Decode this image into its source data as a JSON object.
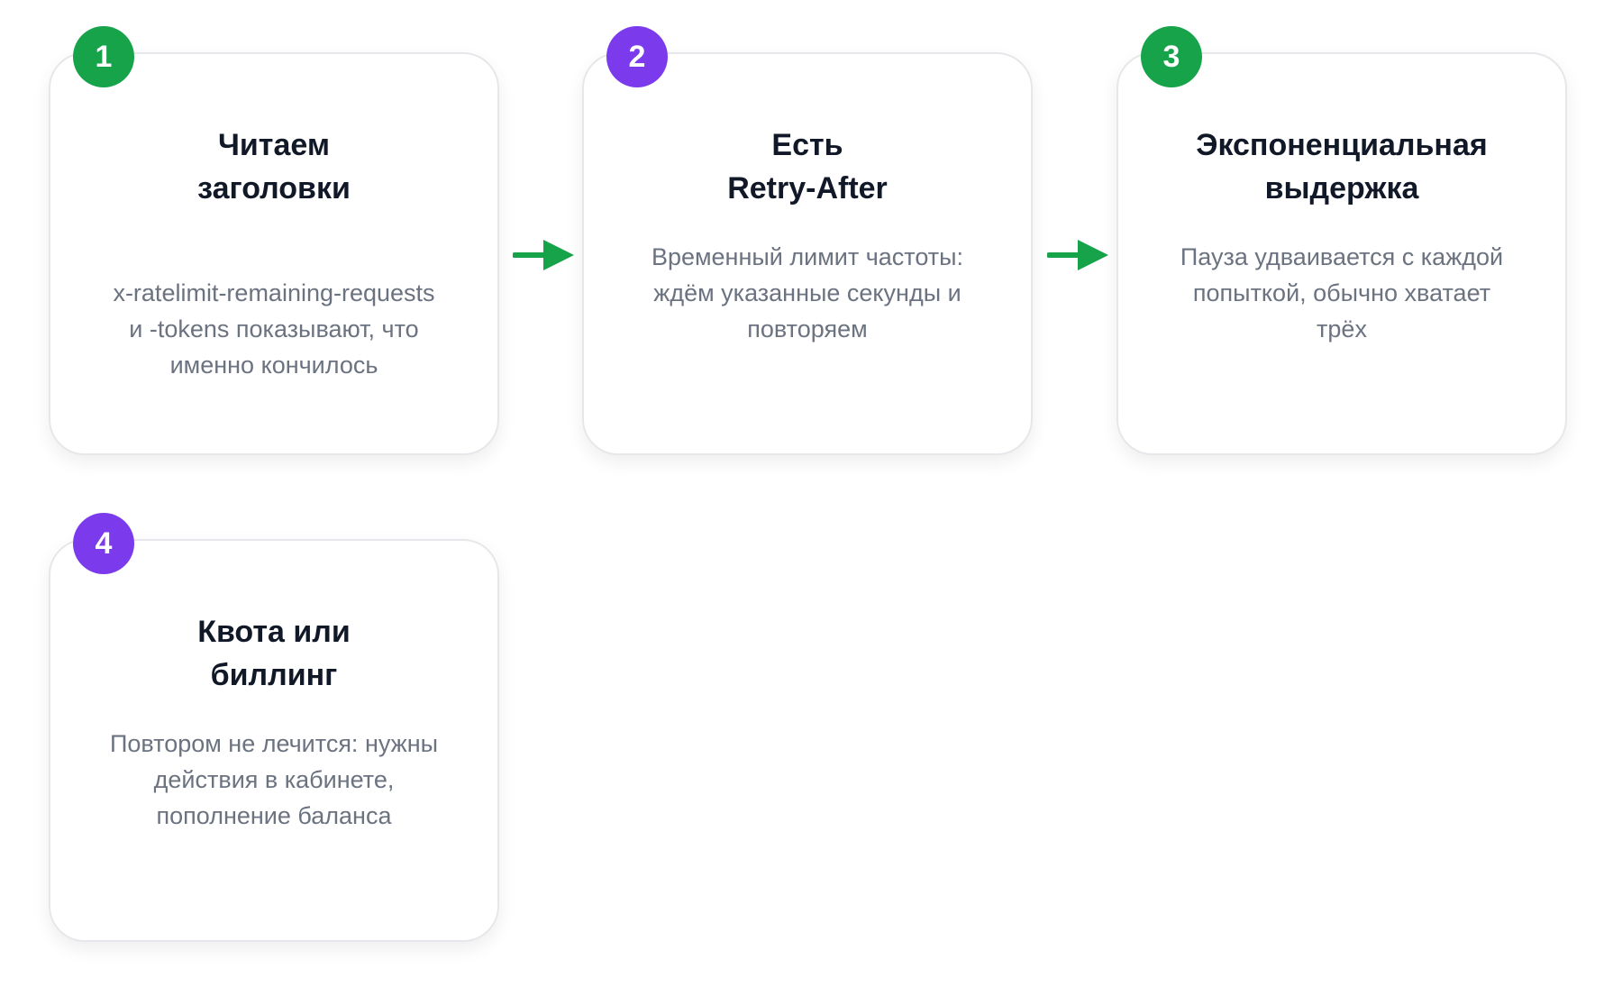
{
  "steps": [
    {
      "number": "1",
      "title_line1": "Читаем",
      "title_line2": "заголовки",
      "text_line1": "x-ratelimit-remaining-requests",
      "text_line2": "и -tokens показывают, что",
      "text_line3": "именно кончилось",
      "badge_color": "#16a34a"
    },
    {
      "number": "2",
      "title_line1": "Есть",
      "title_line2": "Retry-After",
      "text_line1": "Временный лимит частоты:",
      "text_line2": "ждём указанные секунды и",
      "text_line3": "повторяем",
      "badge_color": "#7c3aed"
    },
    {
      "number": "3",
      "title_line1": "Экспоненциальная",
      "title_line2": "выдержка",
      "text_line1": "Пауза удваивается с каждой",
      "text_line2": "попыткой, обычно хватает",
      "text_line3": "трёх",
      "badge_color": "#16a34a"
    },
    {
      "number": "4",
      "title_line1": "Квота или",
      "title_line2": "биллинг",
      "text_line1": "Повтором не лечится: нужны",
      "text_line2": "действия в кабинете,",
      "text_line3": "пополнение баланса",
      "badge_color": "#7c3aed"
    }
  ],
  "colors": {
    "arrow": "#16a34a",
    "card_border": "#e6e7ea",
    "title": "#111827",
    "text": "#6b7280"
  },
  "icons": {
    "connector": "arrow-right-icon"
  }
}
